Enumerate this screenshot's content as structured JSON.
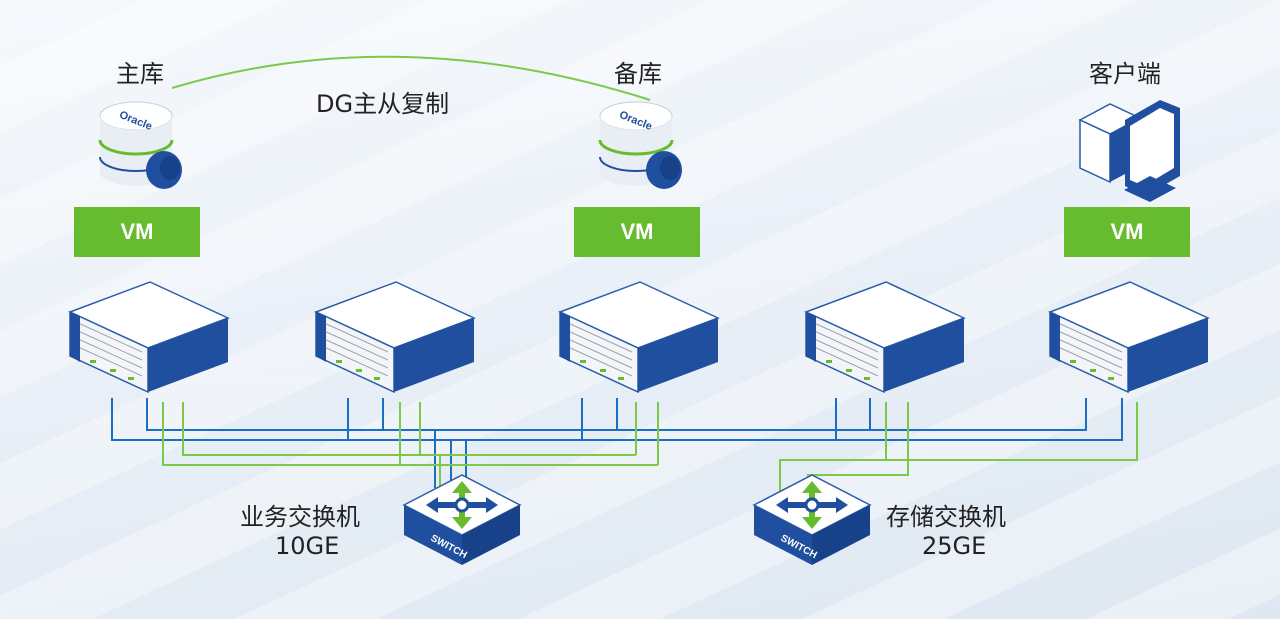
{
  "nodes": {
    "primary": {
      "label": "主库"
    },
    "standby": {
      "label": "备库"
    },
    "client": {
      "label": "客户端"
    }
  },
  "replication_label": "DG主从复制",
  "db_icon_text": "Oracle",
  "vm_label": "VM",
  "switches": {
    "business": {
      "name": "业务交换机",
      "speed": "10GE"
    },
    "storage": {
      "name": "存储交换机",
      "speed": "25GE"
    }
  },
  "switch_icon_text": "SWITCH",
  "colors": {
    "vm_green": "#66bb2e",
    "blue_line": "#1a6fc4",
    "green_line": "#7cc94a",
    "server_blue": "#1f4f9e"
  }
}
